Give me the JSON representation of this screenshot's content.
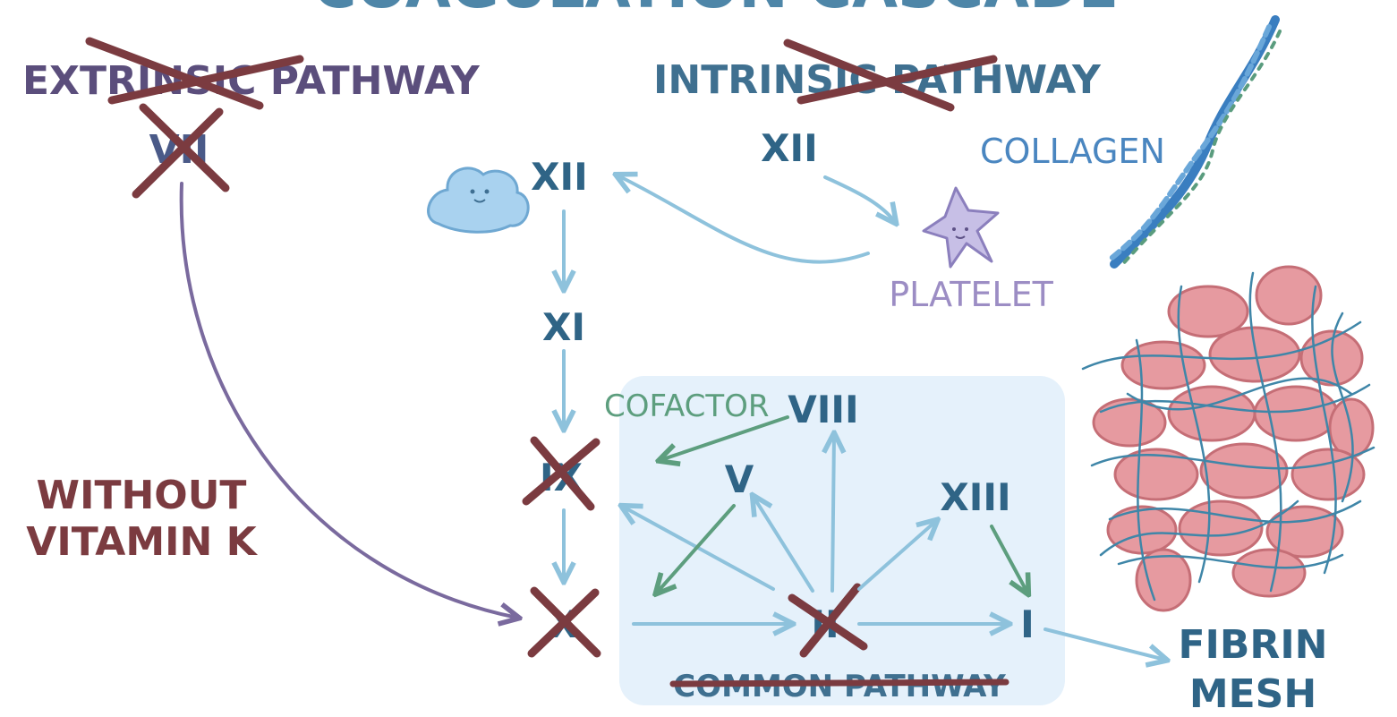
{
  "title": "COAGULATION CASCADE",
  "extrinsic": {
    "label": "EXTRINSIC PATHWAY",
    "factor": "VII"
  },
  "intrinsic": {
    "label": "INTRINSIC PATHWAY",
    "factor": "XII"
  },
  "collagen_label": "COLLAGEN",
  "platelet_label": "PLATELET",
  "cascade": {
    "xii": "XII",
    "xi": "XI",
    "ix": "IX",
    "x": "X",
    "ii": "II",
    "i": "I"
  },
  "cofactor": {
    "label": "COFACTOR",
    "viii": "VIII",
    "v": "V"
  },
  "xiii": "XIII",
  "common_pathway": "COMMON PATHWAY",
  "vitamin_k": {
    "line1": "WITHOUT",
    "line2": "VITAMIN K"
  },
  "fibrin_mesh": {
    "line1": "FIBRIN",
    "line2": "MESH"
  },
  "colors": {
    "background": "#ffffff",
    "box": "#e5f1fb",
    "title": "#4e86a8",
    "extrinsic": "#5b4e7c",
    "intrinsic": "#3f7090",
    "factor": "#2f6486",
    "cross": "#7b3b40",
    "arrow": "#8ec2dc",
    "green": "#5d9e7e",
    "purple_line": "#7a6a9e",
    "collagen_text": "#4a86c0",
    "platelet": "#9c8dc4",
    "rbc": "#e69aa0",
    "fibrin": "#3f86a8"
  }
}
